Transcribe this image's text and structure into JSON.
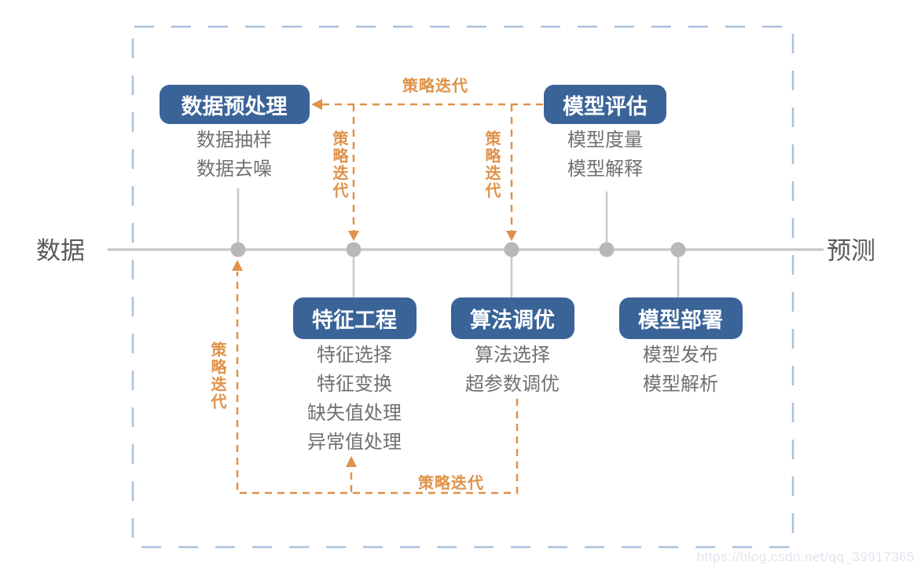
{
  "endpoints": {
    "left": "数据",
    "right": "预测"
  },
  "stages": [
    {
      "title": "数据预处理",
      "items": [
        "数据抽样",
        "数据去噪"
      ]
    },
    {
      "title": "特征工程",
      "items": [
        "特征选择",
        "特征变换",
        "缺失值处理",
        "异常值处理"
      ]
    },
    {
      "title": "算法调优",
      "items": [
        "算法选择",
        "超参数调优"
      ]
    },
    {
      "title": "模型评估",
      "items": [
        "模型度量",
        "模型解释"
      ]
    },
    {
      "title": "模型部署",
      "items": [
        "模型发布",
        "模型解析"
      ]
    }
  ],
  "feedback_labels": [
    "策略迭代",
    "策略迭代",
    "策略迭代",
    "策略迭代",
    "策略迭代"
  ],
  "colors": {
    "stage_box": "#3a6398",
    "feedback_orange": "#df9249",
    "timeline_gray": "#c8c8c8",
    "node_gray": "#b8b8b8",
    "border_dash_blue": "#aac0da",
    "item_text": "#707070",
    "endpoint_text": "#57595c"
  },
  "watermark": "https://blog.csdn.net/qq_39917365"
}
